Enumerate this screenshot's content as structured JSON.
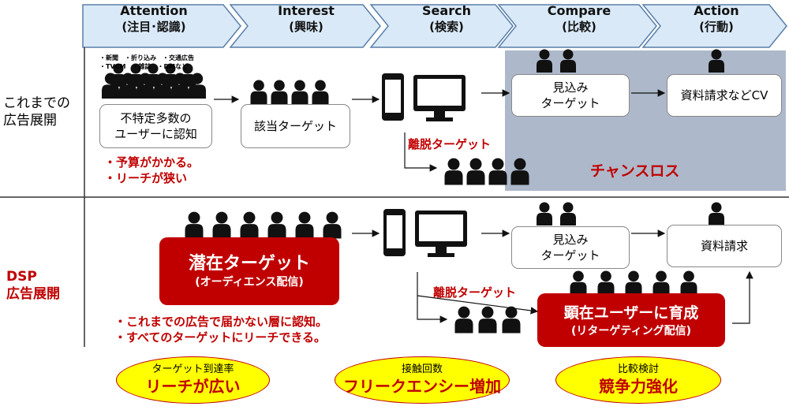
{
  "stages": [
    {
      "en": "Attention",
      "jp": "(注目･認識)"
    },
    {
      "en": "Interest",
      "jp": "(興味)"
    },
    {
      "en": "Search",
      "jp": "(検索)"
    },
    {
      "en": "Compare",
      "jp": "(比較)"
    },
    {
      "en": "Action",
      "jp": "(行動)"
    }
  ],
  "stage_color": "#d9e9f7",
  "conventional": {
    "row_title": "これまでの\n広告展開",
    "media_notes": "・新聞　・折り込み　・交通広告\n・TVCM　・雑誌　・DMなど",
    "box_unspecified": "不特定多数の\nユーザーに認知",
    "box_target": "該当ターゲット",
    "box_prospect": "見込み\nターゲット",
    "box_cv": "資料請求などCV",
    "churn_label": "離脱ターゲット",
    "chance_loss": "チャンスロス",
    "bullets": "・予算がかかる。\n・リーチが狭い"
  },
  "dsp": {
    "row_title": "DSP\n広告展開",
    "potential_title": "潜在ターゲット",
    "potential_sub": "(オーディエンス配信)",
    "box_prospect": "見込み\nターゲット",
    "box_request": "資料請求",
    "churn_label": "離脱ターゲット",
    "nurture_title": "顕在ユーザーに育成",
    "nurture_sub": "(リターゲティング配信)",
    "bullets": "・これまでの広告で届かない層に認知。\n・すべてのターゲットにリーチできる。"
  },
  "ovals": [
    {
      "small": "ターゲット到達率",
      "big": "リーチが広い"
    },
    {
      "small": "接触回数",
      "big": "フリークエンシー増加"
    },
    {
      "small": "比較検討",
      "big": "競争力強化"
    }
  ],
  "colors": {
    "accent_red": "#c00000",
    "grey_panel": "#adb9ca",
    "oval_fill": "#ffff00"
  }
}
